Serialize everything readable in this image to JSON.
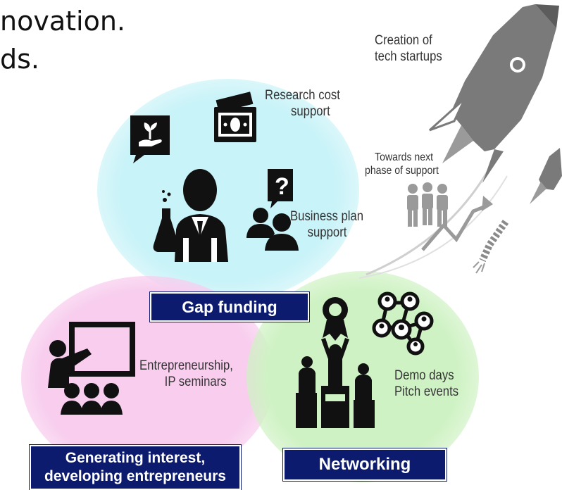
{
  "intro": {
    "line1": "novation.",
    "line2": "ds."
  },
  "captions": {
    "startups": [
      "Creation of",
      "tech startups"
    ],
    "research": [
      "Research cost",
      "support"
    ],
    "next_phase": [
      "Towards next",
      "phase of support"
    ],
    "business": [
      "Business plan",
      "support"
    ],
    "seminars": [
      "Entrepreneurship,",
      "IP seminars"
    ],
    "demo": [
      "Demo days",
      "Pitch events"
    ]
  },
  "labels": {
    "gap_funding": "Gap funding",
    "generating": [
      "Generating interest,",
      "developing entrepreneurs"
    ],
    "networking": "Networking"
  },
  "colors": {
    "gap_bubble": "#c8f3f8",
    "interest_bubble": "#f8cdee",
    "network_bubble": "#cff2c4",
    "label_bg": "#0d1b6e",
    "icon": "#111111",
    "rocket": "#7a7a7a"
  },
  "icons": [
    "plant-hand-icon",
    "money-icon",
    "scientist-icon",
    "question-people-icon",
    "presentation-icon",
    "award-podium-icon",
    "network-icon",
    "rocket-icon",
    "growth-arrow-icon"
  ]
}
